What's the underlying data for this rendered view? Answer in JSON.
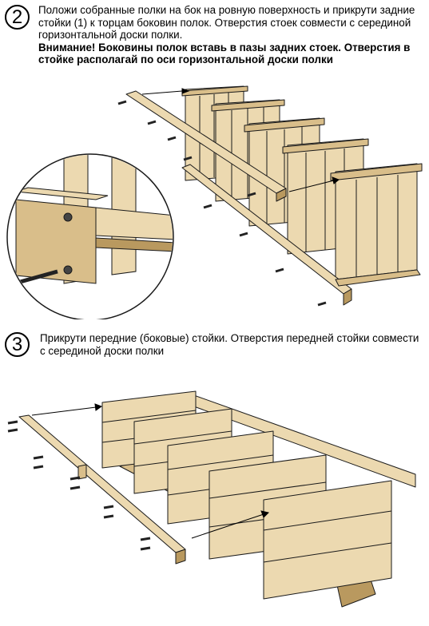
{
  "step2": {
    "number": "2",
    "instruction": "Положи собранные полки на бок на ровную поверхность и прикрути задние стойки (1) к торцам боковин полок. Отверстия стоек совмести с серединой горизонтальной доски полки.",
    "warning": "Внимание! Боковины полок вставь в пазы задних стоек. Отверстия в стойке располагай по оси горизонтальной доски полки"
  },
  "step3": {
    "number": "3",
    "instruction": "Прикрути передние (боковые) стойки. Отверстия передней стойки совмести с серединой доски полки"
  },
  "colors": {
    "wood_light": "#ecd9b0",
    "wood_mid": "#d9be8a",
    "wood_dark": "#b9995f",
    "outline": "#1a1a1a",
    "screw": "#222222"
  },
  "icons": [
    "screw-icon",
    "arrow-icon",
    "magnifier-circle"
  ]
}
